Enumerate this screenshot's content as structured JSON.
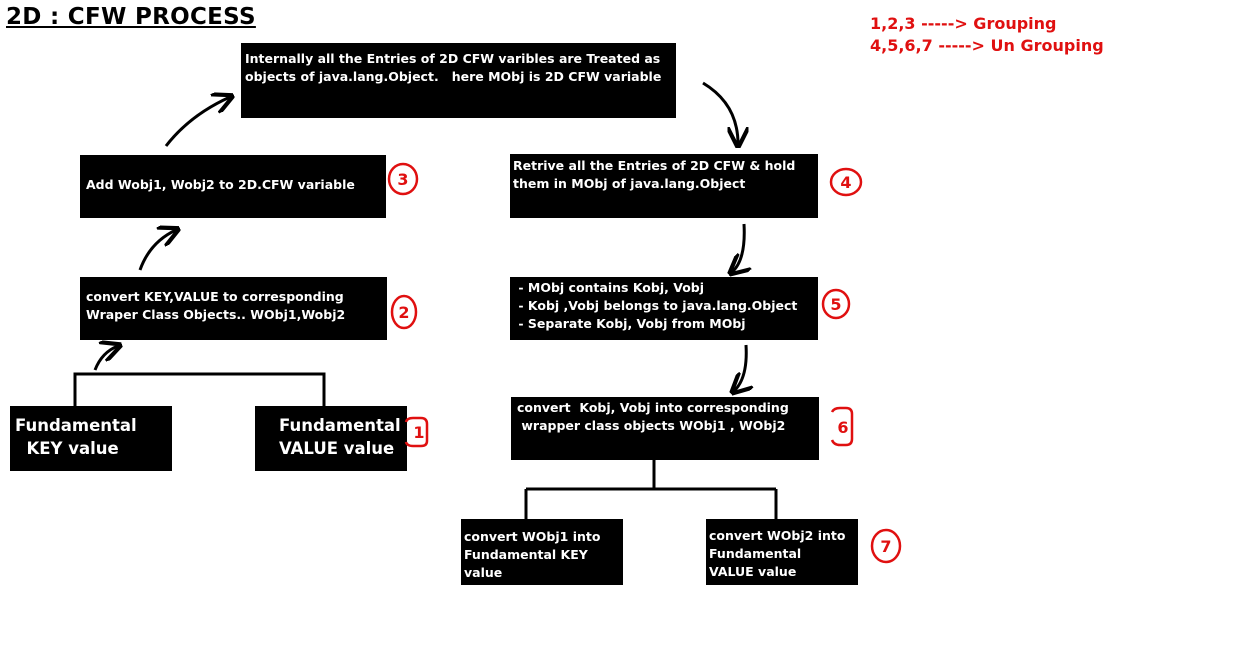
{
  "title": "2D : CFW PROCESS",
  "legend": {
    "line1": "1,2,3 -----> Grouping",
    "line2": "4,5,6,7 -----> Un Grouping"
  },
  "boxes": {
    "internal": [
      "Internally all the Entries of 2D CFW varibles are Treated as",
      "objects of java.lang.Object.   here MObj is 2D CFW variable"
    ],
    "add": [
      "Add Wobj1, Wobj2 to 2D.CFW variable"
    ],
    "convert_wrap": [
      "convert KEY,VALUE to corresponding",
      "Wraper Class Objects.. WObj1,Wobj2"
    ],
    "fund_key": [
      "Fundamental",
      "  KEY value"
    ],
    "fund_value": [
      "Fundamental",
      "VALUE value"
    ],
    "retrive": [
      "Retrive all the Entries of 2D CFW & hold",
      "them in MObj of java.lang.Object"
    ],
    "mobj": [
      " - MObj contains Kobj, Vobj",
      " - Kobj ,Vobj belongs to java.lang.Object",
      " - Separate Kobj, Vobj from MObj"
    ],
    "convert_kv": [
      "convert  Kobj, Vobj into corresponding",
      " wrapper class objects WObj1 , WObj2"
    ],
    "wobj1": [
      "convert WObj1 into",
      "Fundamental KEY",
      "value"
    ],
    "wobj2": [
      "convert WObj2 into",
      "Fundamental",
      "VALUE value"
    ]
  },
  "step_numbers": [
    "1",
    "2",
    "3",
    "4",
    "5",
    "6",
    "7"
  ],
  "colors": {
    "box": "#000000",
    "box_text": "#ffffff",
    "accent": "#e01010"
  }
}
